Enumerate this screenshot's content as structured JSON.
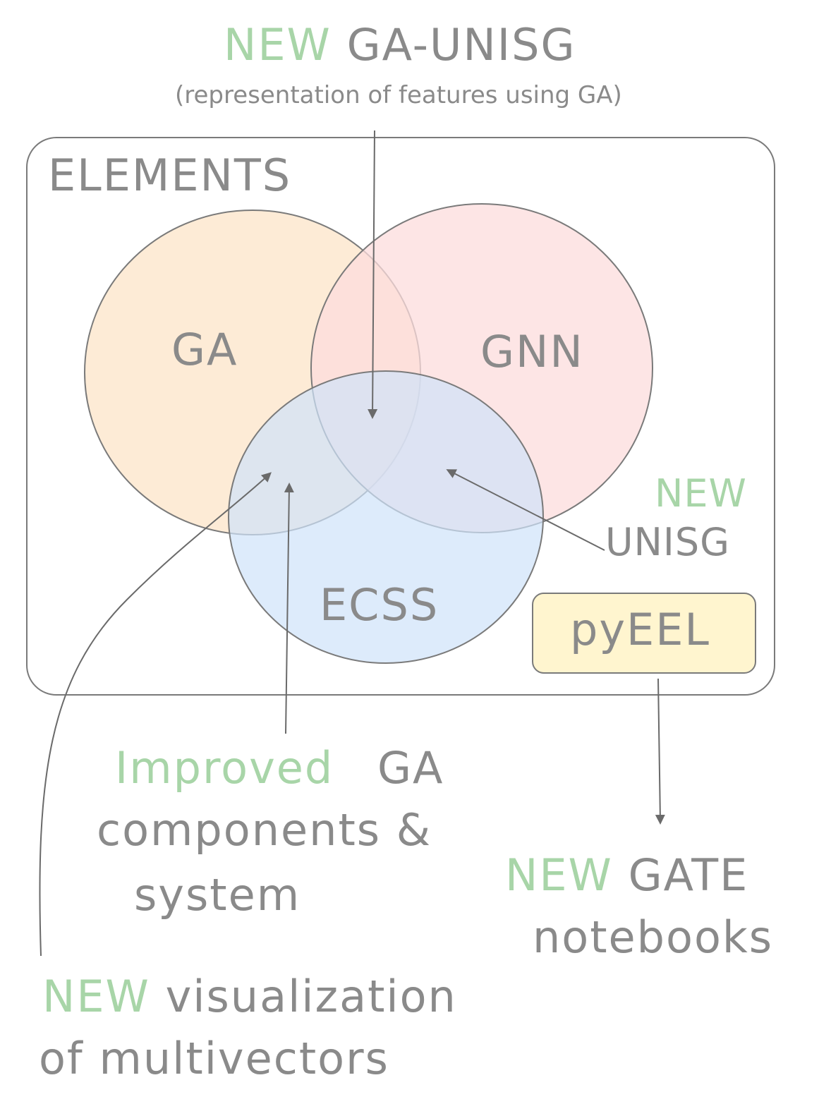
{
  "colors": {
    "stroke": "#7a7a7a",
    "text": "#8a8a8a",
    "accent_new": "#a8d5a8",
    "ga_fill": "#fde7cf",
    "gnn_fill": "#fcdcdc",
    "ecss_fill": "#cfe3fa",
    "pyeel_fill": "#fff5cf"
  },
  "top": {
    "new_tag": "NEW",
    "title": "GA-UNISG",
    "subtitle": "(representation of features using GA)"
  },
  "box": {
    "label": "ELEMENTS"
  },
  "circles": {
    "ga": "GA",
    "gnn": "GNN",
    "ecss": "ECSS"
  },
  "unisg": {
    "new_tag": "NEW",
    "label": "UNISG"
  },
  "pyeel": {
    "label": "pyEEL"
  },
  "improved": {
    "tag": "Improved",
    "line1_rest": "GA",
    "line2": "components &",
    "line3": "system"
  },
  "gate": {
    "new_tag": "NEW",
    "line1_rest": "GATE",
    "line2": "notebooks"
  },
  "viz": {
    "new_tag": "NEW",
    "line1_rest": "visualization",
    "line2": "of multivectors"
  }
}
